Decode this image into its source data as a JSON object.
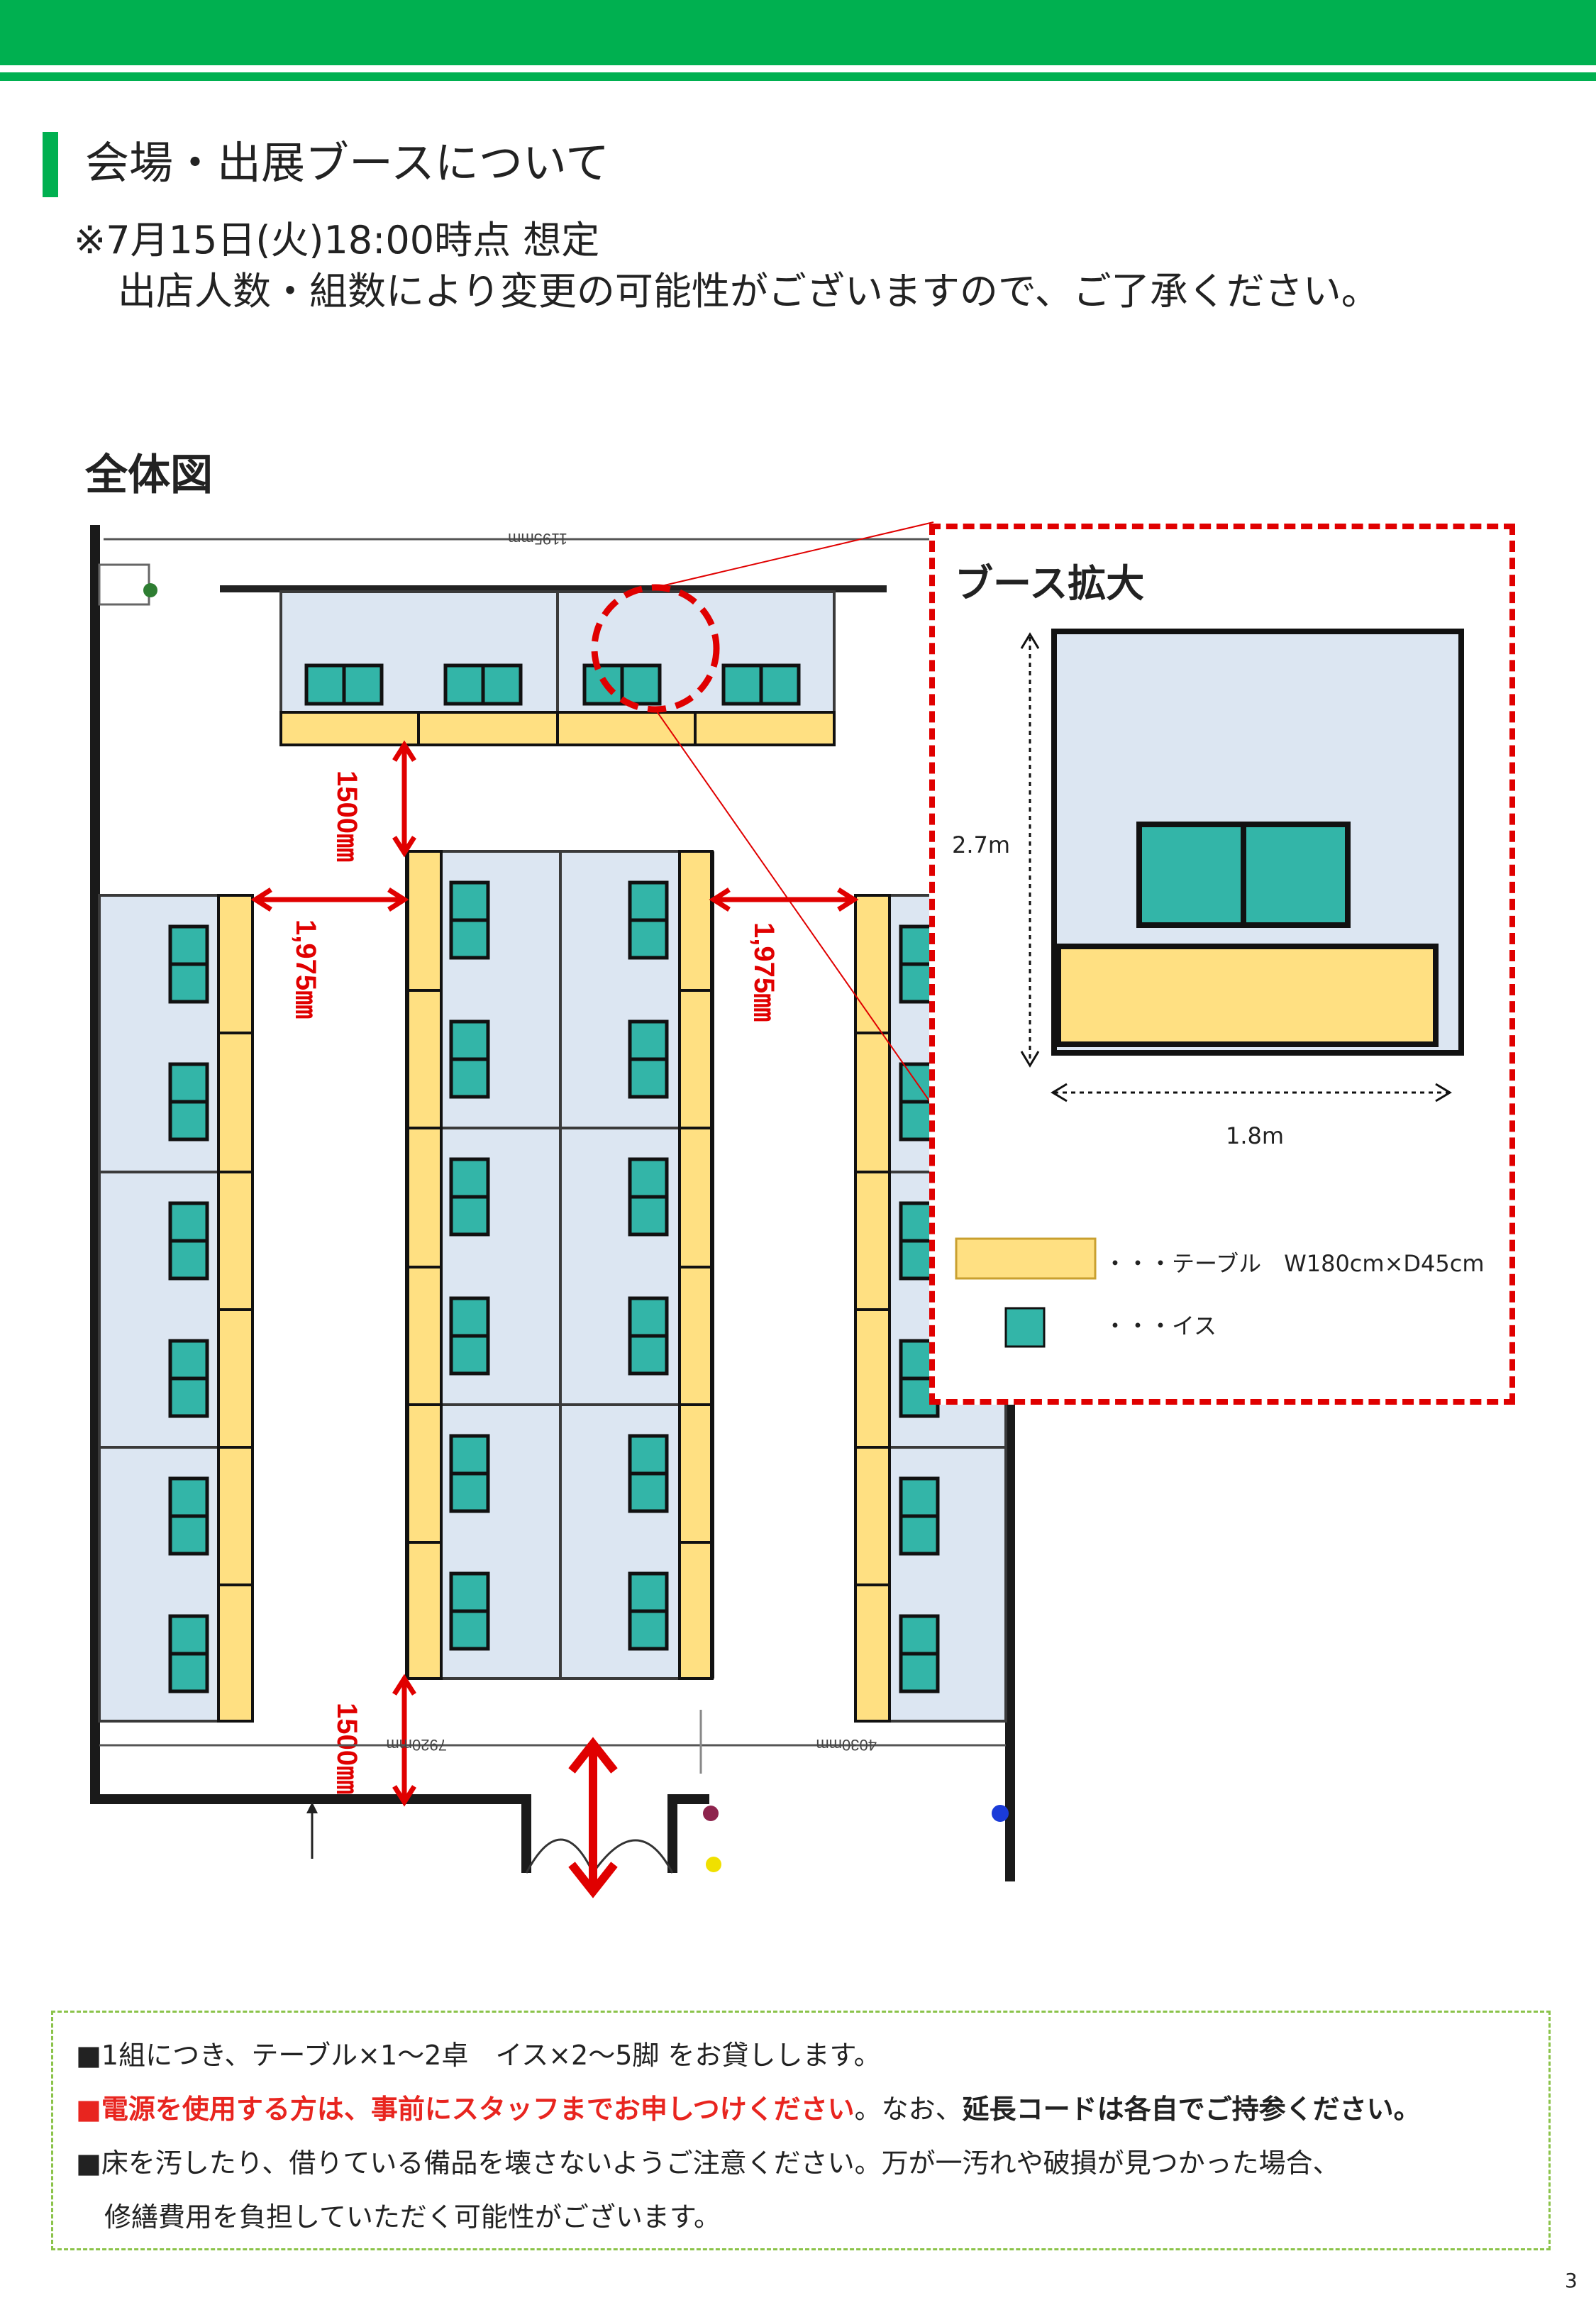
{
  "header": {
    "section_title": "会場・出展ブースについて"
  },
  "notice": {
    "line1": "※7月15日(火)18:00時点 想定",
    "line2": "出店人数・組数により変更の可能性がございますので、ご了承ください。"
  },
  "overall": {
    "title": "全体図",
    "dim_top": "1195mm",
    "dim_1500_top": "1500㎜",
    "dim_1975_left": "1,975㎜",
    "dim_1975_right": "1,975㎜",
    "dim_1500_bottom": "1500㎜",
    "dim_bottom_left": "7920mm",
    "dim_bottom_right": "4030mm"
  },
  "zoom": {
    "title": "ブース拡大",
    "height_label": "2.7m",
    "width_label": "1.8m",
    "legend": [
      {
        "text": "・・・テーブル　W180cm×D45cm"
      },
      {
        "text": "・・・イス"
      }
    ]
  },
  "notes": {
    "line1": "■1組につき、テーブル×1〜2卓　イス×2〜5脚 をお貸しします。",
    "line2_red": "■電源を使用する方は、事前にスタッフまでお申しつけください",
    "line2_rest": "。なお、",
    "line2_bold": "延長コードは各自でご持参ください。",
    "line3": "■床を汚したり、借りている備品を壊さないようご注意ください。万が一汚れや破損が見つかった場合、",
    "line4": "修繕費用を負担していただく可能性がございます。"
  },
  "page_number": "3",
  "colors": {
    "green": "#00b050",
    "red": "#e00000",
    "table": "#ffe082",
    "chair": "#33b5a8",
    "booth": "#dce6f2"
  }
}
